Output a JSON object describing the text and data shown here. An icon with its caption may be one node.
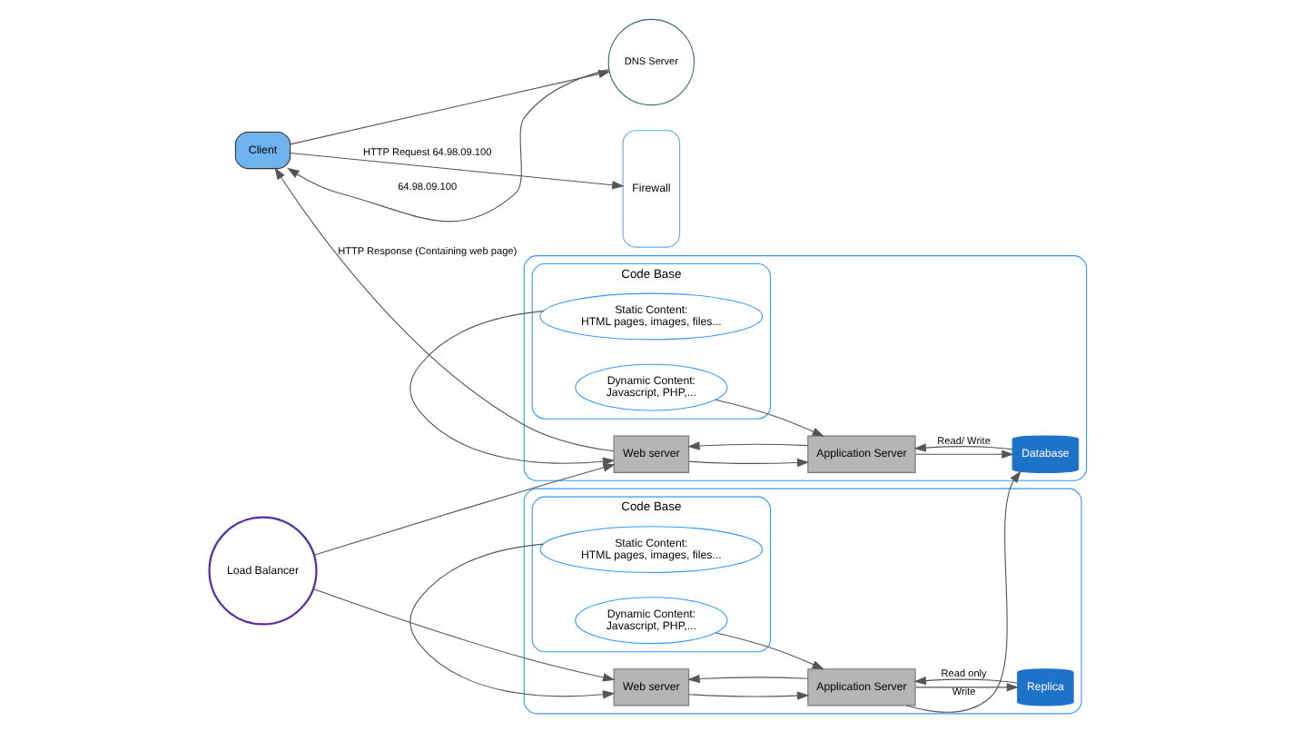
{
  "diagram": {
    "nodes": [
      {
        "text": [
          "Client"
        ]
      },
      {
        "text": [
          "DNS Server"
        ]
      },
      {
        "text": [
          "Firewall"
        ]
      },
      {
        "text": [
          "Load Balancer"
        ]
      },
      {
        "text": [],
        "shape": "box"
      },
      {
        "text": [
          "Web server"
        ],
        "in": 4
      },
      {
        "text": [
          "Application Server"
        ],
        "in": 4
      },
      {
        "text": [
          "Database"
        ],
        "in": 4
      },
      {
        "text": [
          "Code Base"
        ],
        "in": 4
      },
      {
        "text": [
          "Static Content:",
          "HTML pages, images, files..."
        ],
        "in": 8
      },
      {
        "text": [
          "Dynamic Content:",
          "Javascript, PHP,..."
        ],
        "in": 8
      },
      {
        "text": [],
        "shape": "box"
      },
      {
        "text": [
          "Web server"
        ],
        "in": 11
      },
      {
        "text": [
          "Application Server"
        ],
        "in": 11
      },
      {
        "text": [
          "Replica"
        ],
        "in": 11
      },
      {
        "text": [
          "Code Base"
        ],
        "in": 11
      },
      {
        "text": [
          "Static Content:",
          "HTML pages, images, files..."
        ],
        "in": 15
      },
      {
        "text": [
          "Dynamic Content:",
          "Javascript, PHP,..."
        ],
        "in": 15
      }
    ],
    "edges": [
      {
        "from": 5,
        "to": 0,
        "arrow": "to",
        "label": "HTTP Response (Containing web page)"
      },
      {
        "from": 0,
        "to": 2,
        "arrow": "to",
        "label": "HTTP Request 64.98.09.100"
      },
      {
        "from": 0,
        "to": 1,
        "arrow": "to"
      },
      {
        "from": 1,
        "to": 0,
        "arrow": "to",
        "label": "64.98.09.100"
      },
      {
        "from": 3,
        "to": 5,
        "arrow": "to"
      },
      {
        "from": 3,
        "to": 12,
        "arrow": "to"
      },
      {
        "from": 5,
        "to": 6,
        "arrow": "to"
      },
      {
        "from": 6,
        "to": 5,
        "arrow": "to"
      },
      {
        "from": 7,
        "to": 6,
        "arrow": "to",
        "label": "Read/ Write"
      },
      {
        "from": 6,
        "to": 7,
        "arrow": "to"
      },
      {
        "from": 9,
        "to": 5,
        "arrow": "to"
      },
      {
        "from": 10,
        "to": 6,
        "arrow": "to"
      },
      {
        "from": 13,
        "to": 7,
        "arrow": "to",
        "label": "Write"
      },
      {
        "from": 12,
        "to": 13,
        "arrow": "to"
      },
      {
        "from": 13,
        "to": 12,
        "arrow": "to"
      },
      {
        "from": 14,
        "to": 13,
        "arrow": "to",
        "label": "Read only"
      },
      {
        "from": 13,
        "to": 14,
        "arrow": "to"
      },
      {
        "from": 16,
        "to": 12,
        "arrow": "to"
      },
      {
        "from": 17,
        "to": 13,
        "arrow": "to"
      }
    ]
  }
}
